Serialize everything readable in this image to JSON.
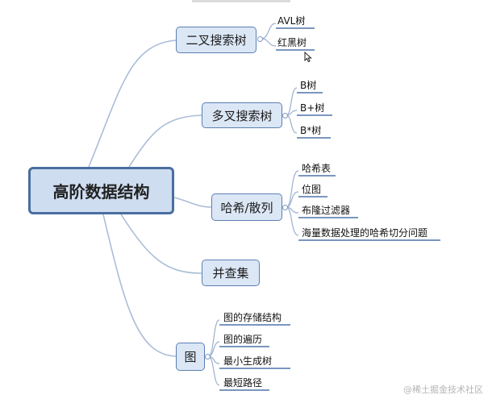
{
  "map": {
    "central": "高阶数据结构",
    "branches": [
      {
        "label": "二叉搜索树",
        "children": [
          "AVL树",
          "红黑树"
        ]
      },
      {
        "label": "多叉搜索树",
        "children": [
          "B树",
          "B+树",
          "B*树"
        ]
      },
      {
        "label": "哈希/散列",
        "children": [
          "哈希表",
          "位图",
          "布隆过滤器",
          "海量数据处理的哈希切分问题"
        ]
      },
      {
        "label": "并查集",
        "children": []
      },
      {
        "label": "图",
        "children": [
          "图的存储结构",
          "图的遍历",
          "最小生成树",
          "最短路径"
        ]
      }
    ]
  },
  "watermark": "@稀土掘金技术社区",
  "colors": {
    "node_fill": "#dce7f6",
    "node_border": "#5b7fb3",
    "connector": "#a9bdd8",
    "leaf_underline": "#4f74aa"
  },
  "cursor_icon": "mouse-pointer-icon"
}
